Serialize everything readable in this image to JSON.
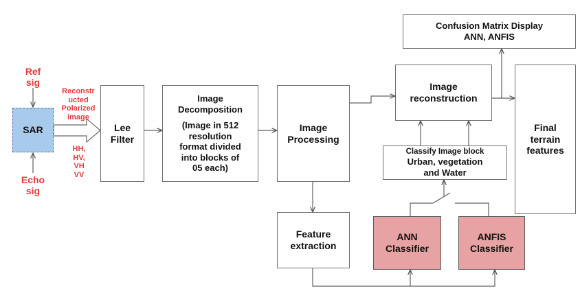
{
  "boxes": {
    "sar": "SAR",
    "lee_filter": [
      "Lee",
      "Filter"
    ],
    "image_decomposition": [
      "Image",
      "Decomposition",
      "",
      "(Image in 512",
      "resolution",
      "format divided",
      "into blocks of",
      "05 each)"
    ],
    "image_processing": [
      "Image",
      "Processing"
    ],
    "image_reconstruction": [
      "Image",
      "reconstruction"
    ],
    "confusion_matrix": [
      "Confusion Matrix Display",
      "ANN, ANFIS"
    ],
    "final_terrain": [
      "Final",
      "terrain",
      "features"
    ],
    "classify_block": [
      "Classify Image block",
      "Urban, vegetation",
      "and Water"
    ],
    "feature_extraction": [
      "Feature",
      "extraction"
    ],
    "ann_classifier": [
      "ANN",
      "Classifier"
    ],
    "anfis_classifier": [
      "ANFIS",
      "Classifier"
    ]
  },
  "labels": {
    "ref_sig": [
      "Ref",
      "sig"
    ],
    "echo_sig": [
      "Echo",
      "sig"
    ],
    "reconstructed": [
      "Reconstr",
      "ucted",
      "Polarized",
      "image"
    ],
    "polarizations": [
      "HH,",
      "HV,",
      "VH",
      "VV"
    ]
  },
  "colors": {
    "sar_fill": "#a9cbeb",
    "classifier_fill": "#e7a3a3",
    "label_red": "#e53b3b"
  }
}
